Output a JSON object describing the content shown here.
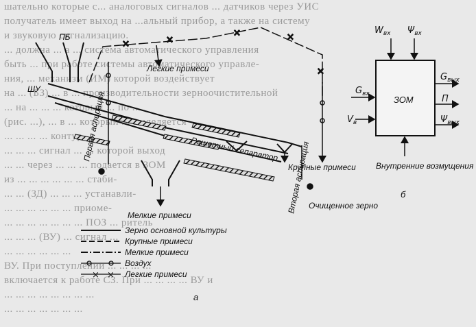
{
  "background_text": [
    "шательно которые с... аналоговых сигналов ... датчиков через УИС",
    "получатель имеет выход на ...альный прибор, а также на систему",
    "и звуковую сигнализацию.",
    "... должна ... а ... система автоматического управления",
    "быть ... при работе системы автоматического управле-",
    "ния, ... механизм (ИМ) которой воздействует",
    "на ... (БЗ) ... в ... производительности зерноочистительной",
    "... на ... ... ... который ... по ...",
    "(рис. ...), ... в ... который ... выделяется",
    "... ... ... ... контур",
    "... ... ... сигнал ... ... которой выход",
    "... ... через ... ... ... подается в ЗОМ",
    "из ... ... ... ... ... ... стаби-",
    "... ... (ЗД) ... ... ... устанавли-",
    "... ... ... ... ... ... приоме-",
    "... ... ... ... ... ... ... ПОЗ ... ритель",
    "... ... ... (ВУ) ... сигнал ...",
    "... ... ... ... ... ...",
    "ВУ. При поступлении ... ... ... ...",
    "включается к работе СЗ. При ... ... ... ... ВУ и",
    "... ... ... ... ... ... ... ...",
    "... ... ... ... ... ... ..."
  ],
  "diagram_a": {
    "labels": {
      "shu": "ШУ",
      "pb": "ПБ",
      "light_impurities_top": "Легкие примеси",
      "sieve_separator": "Решетный сепаратор",
      "first_aspiration": "Первая аспирация",
      "second_aspiration": "Вторая аспирация",
      "large_impurities": "Крупные примеси",
      "small_impurities": "Мелкие примеси",
      "cleaned_grain": "Очищенное зерно",
      "caption": "а"
    },
    "legend": [
      {
        "symbol": "solid",
        "label": "Зерно основной культуры"
      },
      {
        "symbol": "dash",
        "label": "Крупные примеси"
      },
      {
        "symbol": "dashdot",
        "label": "Мелкие примеси"
      },
      {
        "symbol": "circle",
        "label": "Воздух"
      },
      {
        "symbol": "cross",
        "label": "Легкие примеси"
      }
    ]
  },
  "diagram_b": {
    "block_label": "ЗОМ",
    "inputs_top": [
      "W",
      "вх",
      "Ψ",
      "вх"
    ],
    "input_left_top": [
      "G",
      "вх"
    ],
    "input_left_bottom": [
      "V",
      "в"
    ],
    "outputs_right": [
      [
        "G",
        "вых"
      ],
      [
        "П",
        ""
      ],
      [
        "Ψ",
        "вых"
      ]
    ],
    "disturbances": "Внутренние возмущения",
    "caption": "б"
  }
}
